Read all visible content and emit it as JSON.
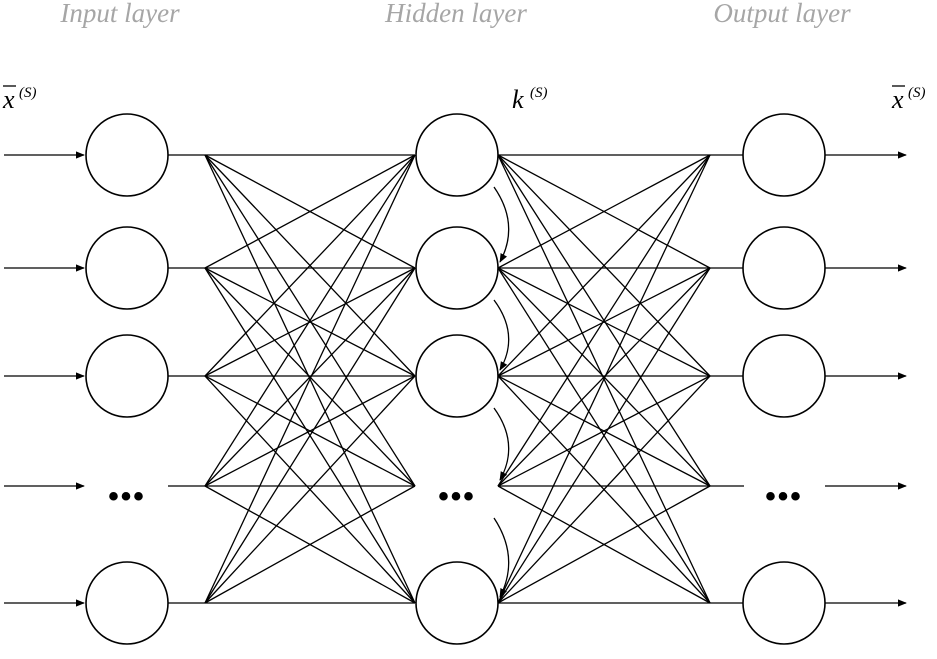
{
  "layers": [
    {
      "title": "Input layer",
      "var_base": "x",
      "var_sup": "(S)",
      "overbar": true,
      "nodes": [
        "node",
        "node",
        "node",
        "ellipsis",
        "node"
      ]
    },
    {
      "title": "Hidden layer",
      "var_base": "k",
      "var_sup": "(S)",
      "overbar": false,
      "nodes": [
        "node",
        "node",
        "node",
        "ellipsis",
        "node"
      ]
    },
    {
      "title": "Output layer",
      "var_base": "x",
      "var_sup": "(S)",
      "overbar": true,
      "nodes": [
        "node",
        "node",
        "node",
        "ellipsis",
        "node"
      ]
    }
  ],
  "ellipsis_text": "•••",
  "colors": {
    "title": "#a6a6a6",
    "line": "#000000",
    "node_fill": "#ffffff"
  },
  "connections": "fully-connected",
  "hidden_recurrent_arrows": true,
  "icons": {
    "input_arrow": "right-arrow-icon",
    "output_arrow": "right-arrow-icon"
  }
}
